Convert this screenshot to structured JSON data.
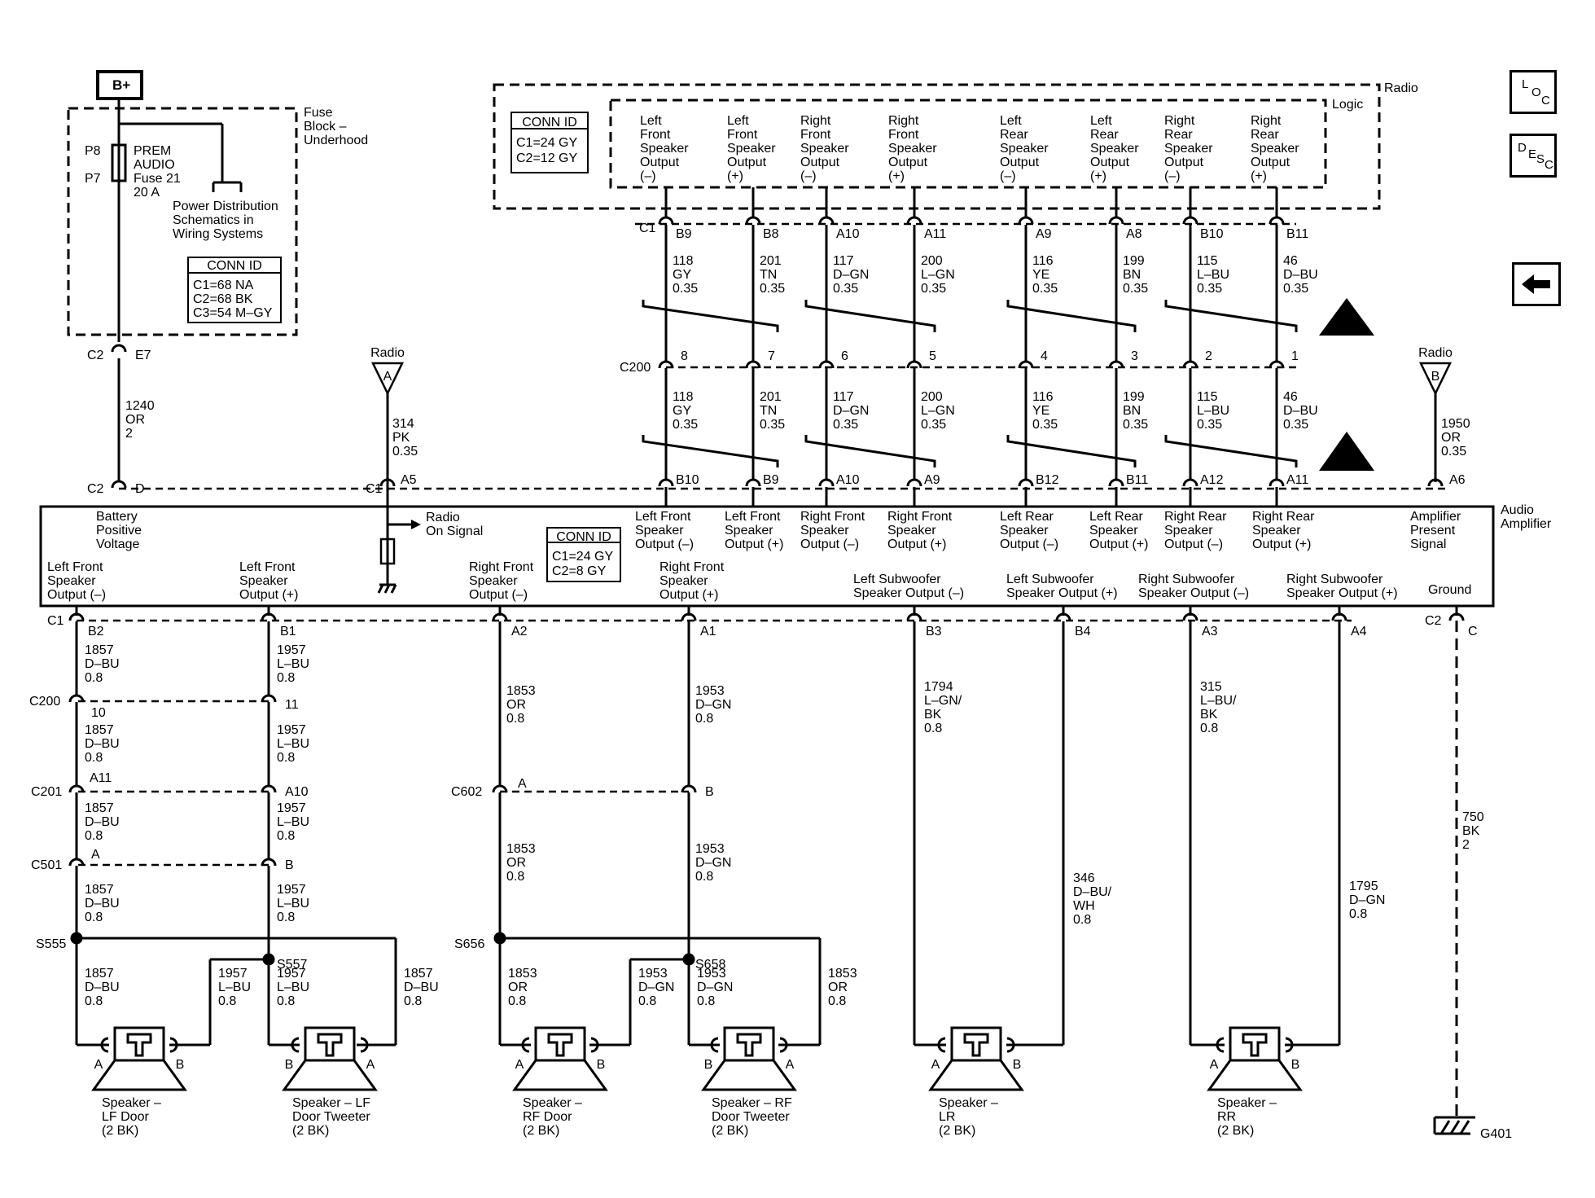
{
  "nav": {
    "loc_letters": [
      "L",
      "O",
      "C"
    ],
    "desc_letters": [
      "D",
      "E",
      "S",
      "C"
    ]
  },
  "power": {
    "b_plus": "B+",
    "fuse_block": [
      "Fuse",
      "Block –",
      "Underhood"
    ],
    "fuse": [
      "PREM",
      "AUDIO",
      "Fuse 21",
      "20 A"
    ],
    "pins": [
      "P8",
      "P7"
    ],
    "power_dist": [
      "Power Distribution",
      "Schematics in",
      "Wiring Systems"
    ],
    "conn_title": "CONN ID",
    "conn_lines": [
      "C1=68 NA",
      "C2=68 BK",
      "C3=54 M–GY"
    ],
    "c2e7": [
      "C2",
      "E7"
    ],
    "wire": [
      "1240",
      "OR",
      "2"
    ],
    "c2d": [
      "C2",
      "D"
    ]
  },
  "radio": {
    "label": "Radio",
    "logic": "Logic",
    "conn_title": "CONN ID",
    "conn_lines": [
      "C1=24 GY",
      "C2=12 GY"
    ],
    "c1": "C1",
    "outputs": [
      [
        "Left",
        "Front",
        "Speaker",
        "Output",
        "(–)"
      ],
      [
        "Left",
        "Front",
        "Speaker",
        "Output",
        "(+)"
      ],
      [
        "Right",
        "Front",
        "Speaker",
        "Output",
        "(–)"
      ],
      [
        "Right",
        "Front",
        "Speaker",
        "Output",
        "(+)"
      ],
      [
        "Left",
        "Rear",
        "Speaker",
        "Output",
        "(–)"
      ],
      [
        "Left",
        "Rear",
        "Speaker",
        "Output",
        "(+)"
      ],
      [
        "Right",
        "Rear",
        "Speaker",
        "Output",
        "(–)"
      ],
      [
        "Right",
        "Rear",
        "Speaker",
        "Output",
        "(+)"
      ]
    ],
    "pins": [
      "B9",
      "B8",
      "A10",
      "A11",
      "A9",
      "A8",
      "B10",
      "B11"
    ],
    "wires_top": [
      [
        "118",
        "GY",
        "0.35"
      ],
      [
        "201",
        "TN",
        "0.35"
      ],
      [
        "117",
        "D–GN",
        "0.35"
      ],
      [
        "200",
        "L–GN",
        "0.35"
      ],
      [
        "116",
        "YE",
        "0.35"
      ],
      [
        "199",
        "BN",
        "0.35"
      ],
      [
        "115",
        "L–BU",
        "0.35"
      ],
      [
        "46",
        "D–BU",
        "0.35"
      ]
    ],
    "c200": "C200",
    "c200_pins": [
      "8",
      "7",
      "6",
      "5",
      "4",
      "3",
      "2",
      "1"
    ],
    "wires_bottom": [
      [
        "118",
        "GY",
        "0.35"
      ],
      [
        "201",
        "TN",
        "0.35"
      ],
      [
        "117",
        "D–GN",
        "0.35"
      ],
      [
        "200",
        "L–GN",
        "0.35"
      ],
      [
        "116",
        "YE",
        "0.35"
      ],
      [
        "199",
        "BN",
        "0.35"
      ],
      [
        "115",
        "L–BU",
        "0.35"
      ],
      [
        "46",
        "D–BU",
        "0.35"
      ]
    ]
  },
  "offpage": {
    "a": {
      "label": "Radio",
      "letter": "A",
      "wire": [
        "314",
        "PK",
        "0.35"
      ]
    },
    "b": {
      "label": "Radio",
      "letter": "B",
      "wire": [
        "1950",
        "OR",
        "0.35"
      ]
    }
  },
  "amplifier": {
    "label": [
      "Audio",
      "Amplifier"
    ],
    "conn_title": "CONN ID",
    "conn_lines": [
      "C1=24 GY",
      "C2=8 GY"
    ],
    "c1": "C1",
    "top_pins": [
      "A5",
      "B10",
      "B9",
      "A10",
      "A9",
      "B12",
      "B11",
      "A12",
      "A11",
      "A6"
    ],
    "inputs": [
      [
        "Battery",
        "Positive",
        "Voltage"
      ],
      [
        "Left Front",
        "Speaker",
        "Output (–)"
      ],
      [
        "Left Front",
        "Speaker",
        "Output (+)"
      ],
      [
        "Right Front",
        "Speaker",
        "Output (–)"
      ],
      [
        "Right Front",
        "Speaker",
        "Output (+)"
      ],
      [
        "Left Rear",
        "Speaker",
        "Output (–)"
      ],
      [
        "Left Rear",
        "Speaker",
        "Output (+)"
      ],
      [
        "Right Rear",
        "Speaker",
        "Output (–)"
      ],
      [
        "Right Rear",
        "Speaker",
        "Output (+)"
      ],
      [
        "Amplifier",
        "Present",
        "Signal"
      ]
    ],
    "radio_on": [
      "Radio",
      "On Signal"
    ],
    "outputs": [
      [
        "Left Front",
        "Speaker",
        "Output (–)"
      ],
      [
        "Left Front",
        "Speaker",
        "Output (+)"
      ],
      [
        "Right Front",
        "Speaker",
        "Output (–)"
      ],
      [
        "Right Front",
        "Speaker",
        "Output (+)"
      ],
      [
        "Left Subwoofer",
        "Speaker Output (–)"
      ],
      [
        "Left Subwoofer",
        "Speaker Output (+)"
      ],
      [
        "Right Subwoofer",
        "Speaker Output (–)"
      ],
      [
        "Right Subwoofer",
        "Speaker Output (+)"
      ],
      [
        "Ground"
      ]
    ],
    "bottom_pins": [
      "B2",
      "B1",
      "A2",
      "A1",
      "B3",
      "B4",
      "A3",
      "A4",
      "C"
    ],
    "c2": "C2"
  },
  "lower": {
    "c200": "C200",
    "c201": "C201",
    "c501": "C501",
    "c602": "C602",
    "lf_c200_pins": [
      "10",
      "11"
    ],
    "lf_c201_pins": [
      "A11",
      "A10"
    ],
    "lf_c501_pins": [
      "A",
      "B"
    ],
    "rf_c602_pins": [
      "A",
      "B"
    ],
    "lf_minus_wire": [
      "1857",
      "D–BU",
      "0.8"
    ],
    "lf_plus_wire": [
      "1957",
      "L–BU",
      "0.8"
    ],
    "rf_minus_wire": [
      "1853",
      "OR",
      "0.8"
    ],
    "rf_plus_wire": [
      "1953",
      "D–GN",
      "0.8"
    ],
    "lr_minus_wire": [
      "1794",
      "L–GN/",
      "BK",
      "0.8"
    ],
    "lr_plus_wire": [
      "346",
      "D–BU/",
      "WH",
      "0.8"
    ],
    "rr_minus_wire": [
      "315",
      "L–BU/",
      "BK",
      "0.8"
    ],
    "rr_plus_wire": [
      "1795",
      "D–GN",
      "0.8"
    ],
    "ground_wire": [
      "750",
      "BK",
      "2"
    ],
    "splices": [
      "S555",
      "S557",
      "S656",
      "S658"
    ],
    "ground": "G401"
  },
  "speakers": [
    {
      "name": [
        "Speaker –",
        "LF Door",
        "(2 BK)"
      ],
      "pins": [
        "A",
        "B"
      ]
    },
    {
      "name": [
        "Speaker – LF",
        "Door Tweeter",
        "(2 BK)"
      ],
      "pins": [
        "B",
        "A"
      ]
    },
    {
      "name": [
        "Speaker –",
        "RF Door",
        "(2 BK)"
      ],
      "pins": [
        "A",
        "B"
      ]
    },
    {
      "name": [
        "Speaker – RF",
        "Door Tweeter",
        "(2 BK)"
      ],
      "pins": [
        "B",
        "A"
      ]
    },
    {
      "name": [
        "Speaker –",
        "LR",
        "(2 BK)"
      ],
      "pins": [
        "A",
        "B"
      ]
    },
    {
      "name": [
        "Speaker –",
        "RR",
        "(2 BK)"
      ],
      "pins": [
        "A",
        "B"
      ]
    }
  ]
}
